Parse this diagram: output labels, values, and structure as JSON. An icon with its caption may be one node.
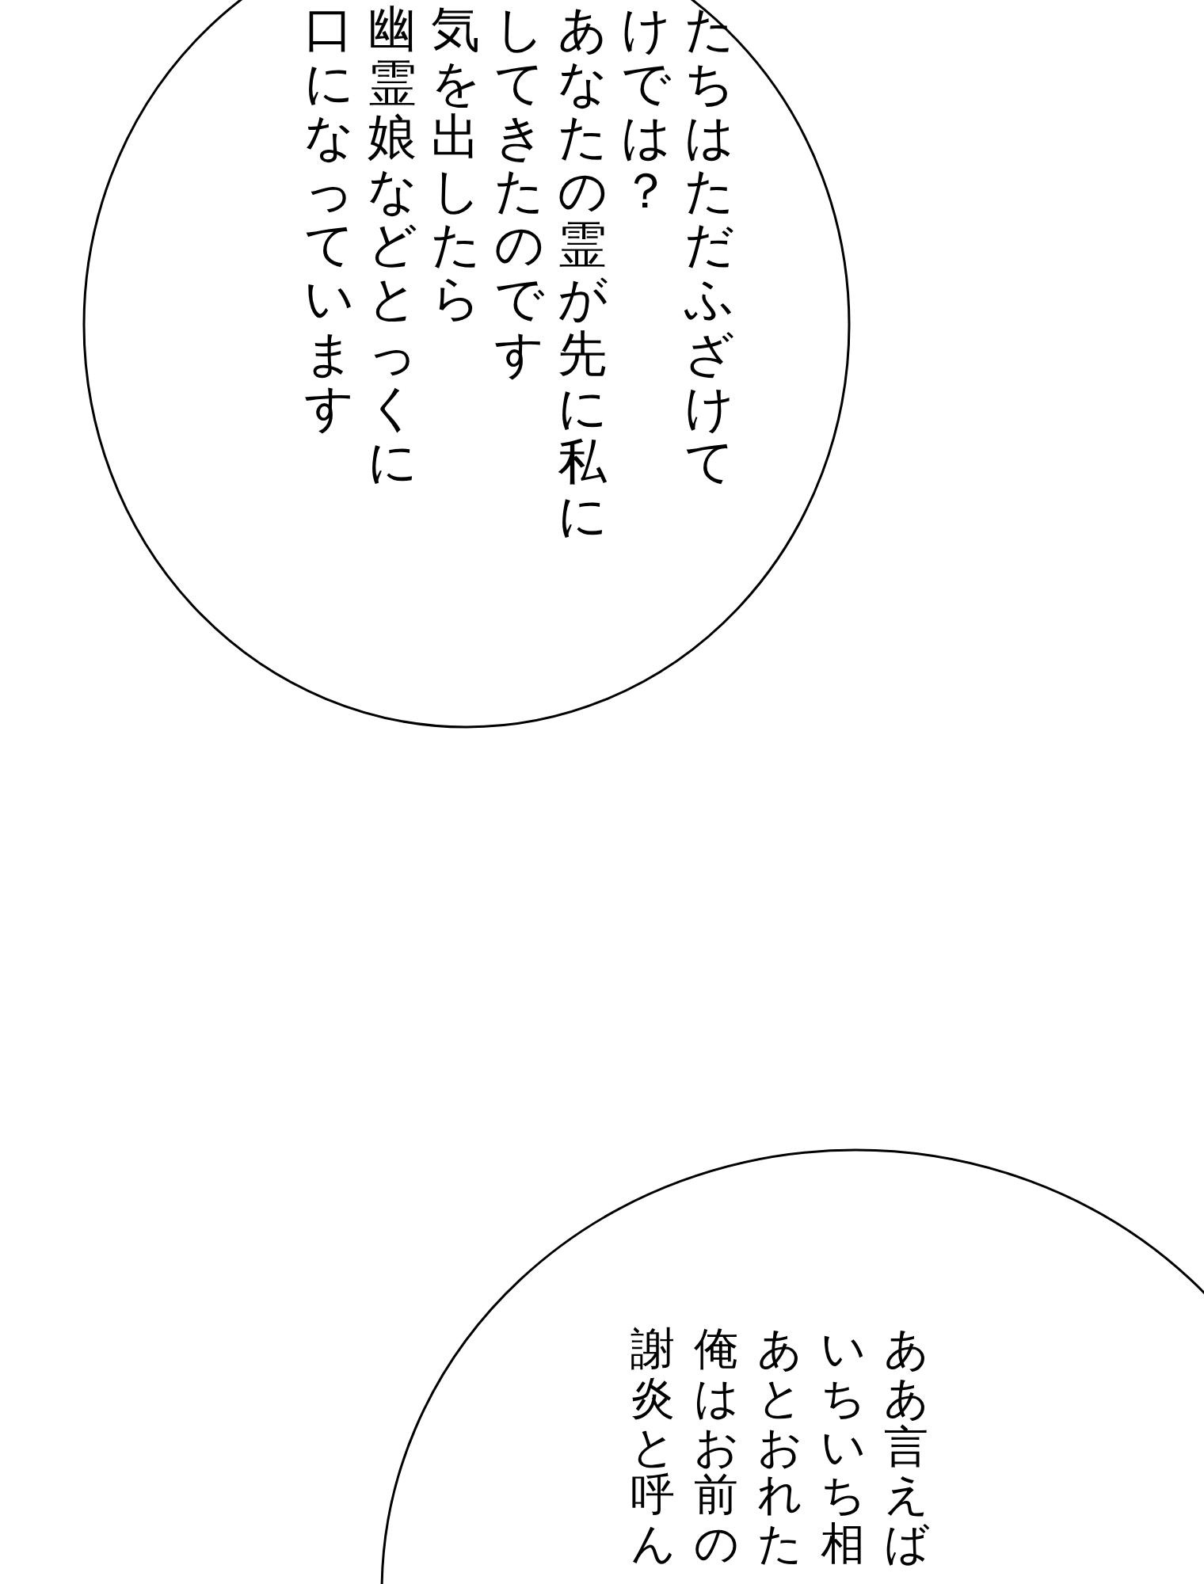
{
  "diagram": {
    "nodes": [
      {
        "text": [
          "たちはただふざけて",
          "けでは？",
          "あなたの霊が先に私に",
          "してきたのです",
          "気を出したら",
          "幽霊娘などとっくに",
          "口になっています"
        ]
      },
      {
        "text": [
          "ああ言えば",
          "いちいち相",
          "あとおれた",
          "俺はお前の",
          "謝炎と呼ん"
        ]
      }
    ]
  }
}
